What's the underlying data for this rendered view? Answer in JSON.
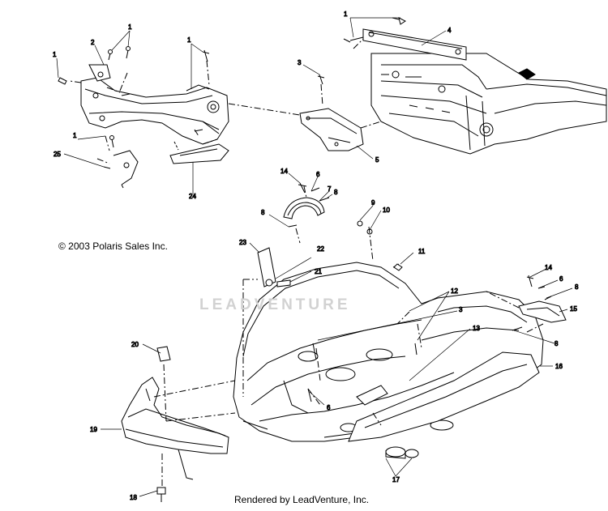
{
  "copyright": "© 2003 Polaris Sales Inc.",
  "footer": "Rendered by LeadVenture, Inc.",
  "watermark": "LEADVENTURE",
  "callouts": [
    {
      "id": "c1a",
      "label": "1"
    },
    {
      "id": "c2",
      "label": "2"
    },
    {
      "id": "c1b",
      "label": "1"
    },
    {
      "id": "c1c",
      "label": "1"
    },
    {
      "id": "c1d",
      "label": "1"
    },
    {
      "id": "c3a",
      "label": "3"
    },
    {
      "id": "c4",
      "label": "4"
    },
    {
      "id": "c1e",
      "label": "1"
    },
    {
      "id": "c25",
      "label": "25"
    },
    {
      "id": "c24",
      "label": "24"
    },
    {
      "id": "c5",
      "label": "5"
    },
    {
      "id": "c14a",
      "label": "14"
    },
    {
      "id": "c6a",
      "label": "6"
    },
    {
      "id": "c7",
      "label": "7"
    },
    {
      "id": "c8a",
      "label": "8"
    },
    {
      "id": "c8b",
      "label": "8"
    },
    {
      "id": "c9",
      "label": "9"
    },
    {
      "id": "c10",
      "label": "10"
    },
    {
      "id": "c11",
      "label": "11"
    },
    {
      "id": "c23",
      "label": "23"
    },
    {
      "id": "c22",
      "label": "22"
    },
    {
      "id": "c21",
      "label": "21"
    },
    {
      "id": "c12",
      "label": "12"
    },
    {
      "id": "c3b",
      "label": "3"
    },
    {
      "id": "c14b",
      "label": "14"
    },
    {
      "id": "c6b",
      "label": "6"
    },
    {
      "id": "c8c",
      "label": "8"
    },
    {
      "id": "c15",
      "label": "15"
    },
    {
      "id": "c13",
      "label": "13"
    },
    {
      "id": "c8d",
      "label": "8"
    },
    {
      "id": "c16",
      "label": "16"
    },
    {
      "id": "c20",
      "label": "20"
    },
    {
      "id": "c6c",
      "label": "6"
    },
    {
      "id": "c19",
      "label": "19"
    },
    {
      "id": "c17",
      "label": "17"
    },
    {
      "id": "c18",
      "label": "18"
    }
  ]
}
